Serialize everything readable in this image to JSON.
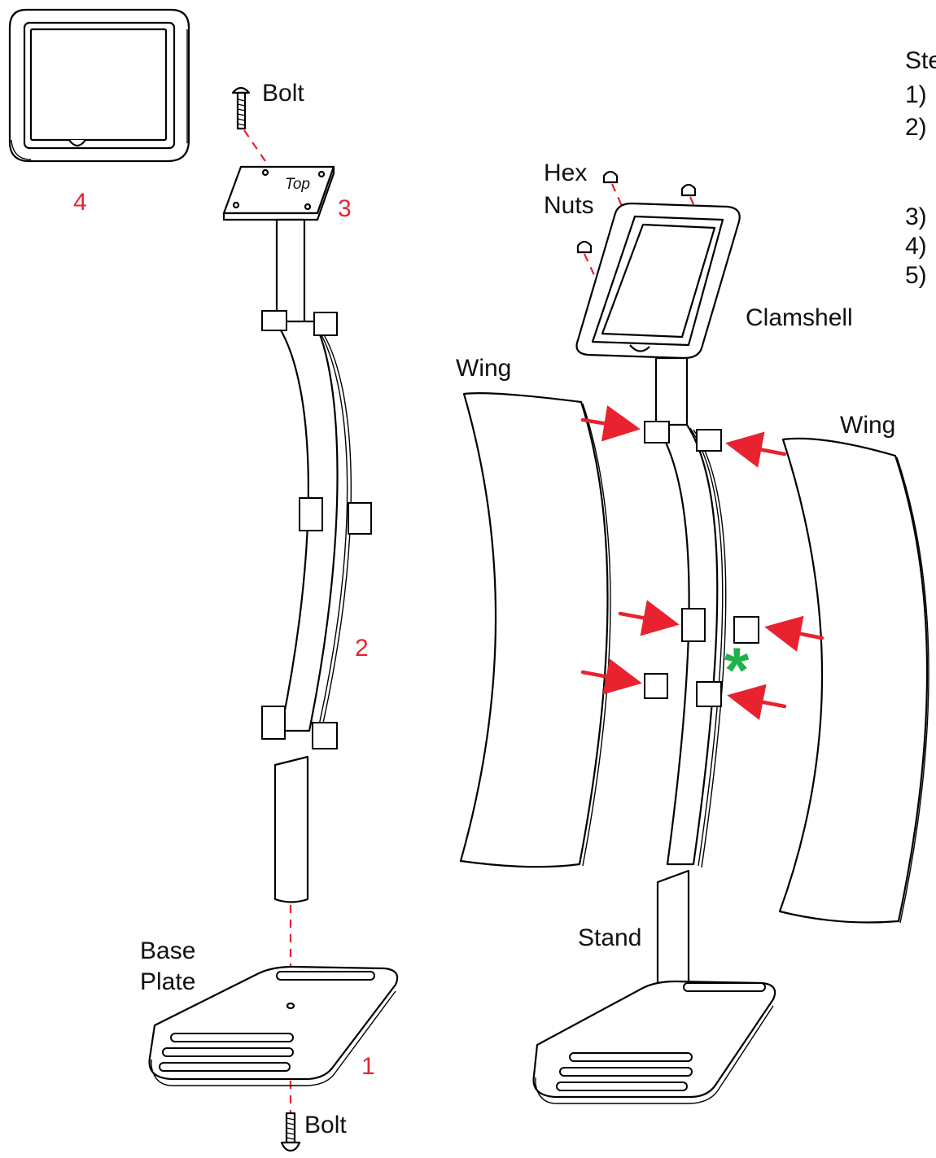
{
  "colors": {
    "ink": "#000000",
    "callout_red": "#e8232f",
    "asterisk_green": "#1fb14b"
  },
  "part_numbers": {
    "base_plate": "1",
    "pole": "2",
    "top_plate": "3",
    "clamshell": "4"
  },
  "labels": {
    "bolt_top": "Bolt",
    "top_plate_text": "Top",
    "base_plate_line1": "Base",
    "base_plate_line2": "Plate",
    "bolt_bottom": "Bolt",
    "hex_nuts_line1": "Hex",
    "hex_nuts_line2": "Nuts",
    "clamshell": "Clamshell",
    "wing_left": "Wing",
    "wing_right": "Wing",
    "stand": "Stand",
    "asterisk": "*"
  },
  "steps": {
    "header": "Ste",
    "items": [
      "1)",
      "2)",
      "3)",
      "4)",
      "5)"
    ]
  }
}
